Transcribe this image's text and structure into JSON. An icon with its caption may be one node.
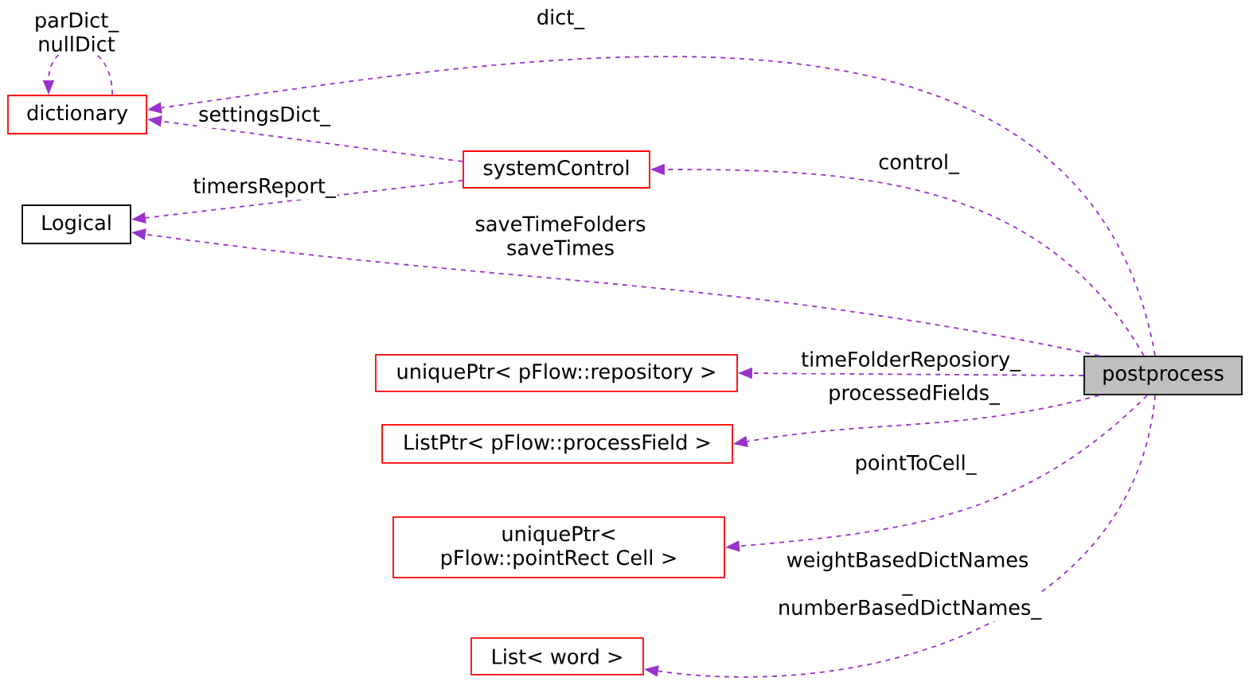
{
  "diagram": {
    "nodes": [
      {
        "text": [
          "dictionary"
        ]
      },
      {
        "text": [
          "Logical"
        ]
      },
      {
        "text": [
          "systemControl"
        ]
      },
      {
        "text": [
          "uniquePtr< pFlow::repository >"
        ]
      },
      {
        "text": [
          "ListPtr< pFlow::processField >"
        ]
      },
      {
        "text": [
          "uniquePtr< pFlow::pointRect Cell >"
        ]
      },
      {
        "text": [
          "List< word >"
        ]
      },
      {
        "text": [
          "postprocess"
        ]
      }
    ],
    "edges": [
      {
        "from": 0,
        "to": 0,
        "arrow": "to",
        "label": "parDict_ nullDict"
      },
      {
        "from": 7,
        "to": 0,
        "arrow": "to",
        "label": "dict_"
      },
      {
        "from": 2,
        "to": 0,
        "arrow": "to",
        "label": "settingsDict_"
      },
      {
        "from": 2,
        "to": 1,
        "arrow": "to",
        "label": "timersReport_"
      },
      {
        "from": 7,
        "to": 1,
        "arrow": "to",
        "label": "saveTimeFolders saveTimes"
      },
      {
        "from": 7,
        "to": 2,
        "arrow": "to",
        "label": "control_"
      },
      {
        "from": 7,
        "to": 3,
        "arrow": "to",
        "label": "timeFolderReposiory_"
      },
      {
        "from": 7,
        "to": 4,
        "arrow": "to",
        "label": "processedFields_"
      },
      {
        "from": 7,
        "to": 5,
        "arrow": "to",
        "label": "pointToCell_"
      },
      {
        "from": 7,
        "to": 6,
        "arrow": "to",
        "label": "weightBasedDictNames _ numberBasedDictNames_"
      }
    ]
  }
}
